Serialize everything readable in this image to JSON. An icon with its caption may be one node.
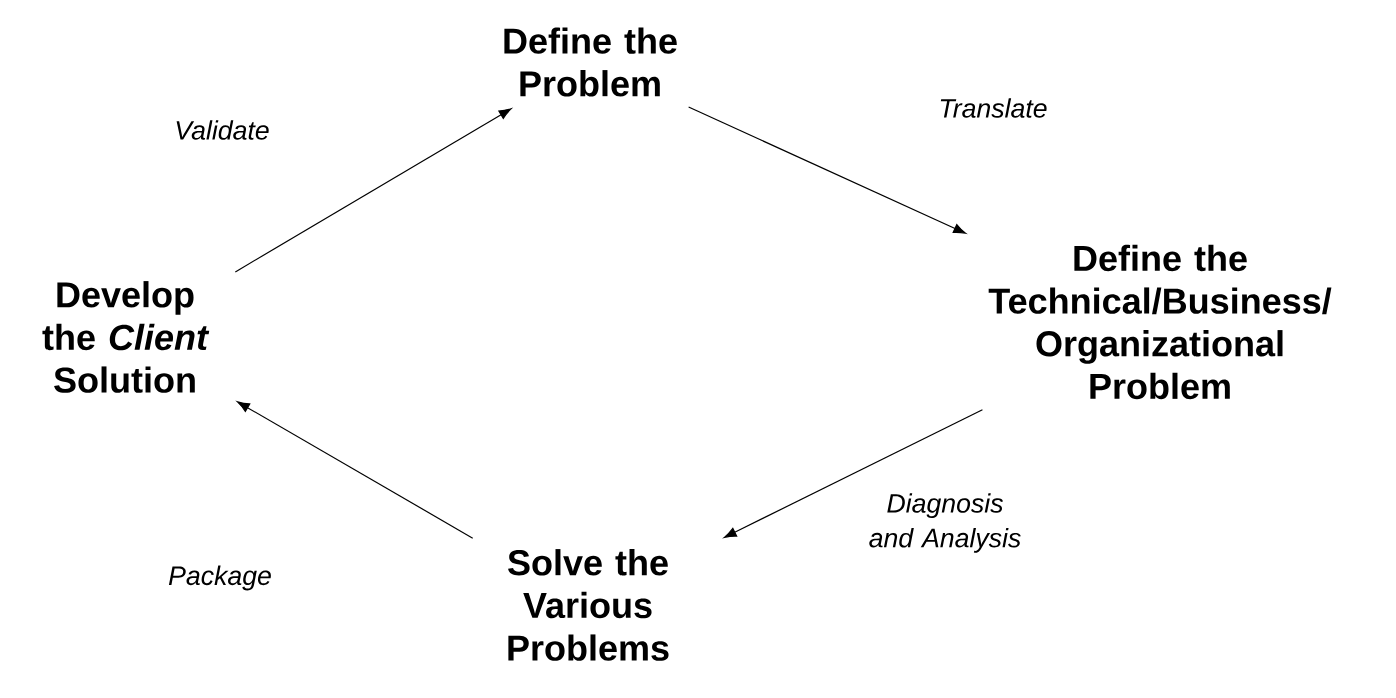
{
  "diagram": {
    "nodes": [
      {
        "text": [
          "Define the Problem"
        ]
      },
      {
        "text": [
          "Define the Technical/Business/ Organizational Problem"
        ]
      },
      {
        "text": [
          "Solve the Various Problems"
        ]
      },
      {
        "text": [
          "Develop the *Client* Solution"
        ]
      }
    ],
    "edges": [
      {
        "from": 0,
        "to": 1,
        "arrow": "to",
        "label": "Translate"
      },
      {
        "from": 1,
        "to": 2,
        "arrow": "to",
        "label": "Diagnosis and Analysis"
      },
      {
        "from": 2,
        "to": 3,
        "arrow": "to",
        "label": "Package"
      },
      {
        "from": 3,
        "to": 0,
        "arrow": "to",
        "label": "Validate"
      }
    ]
  }
}
